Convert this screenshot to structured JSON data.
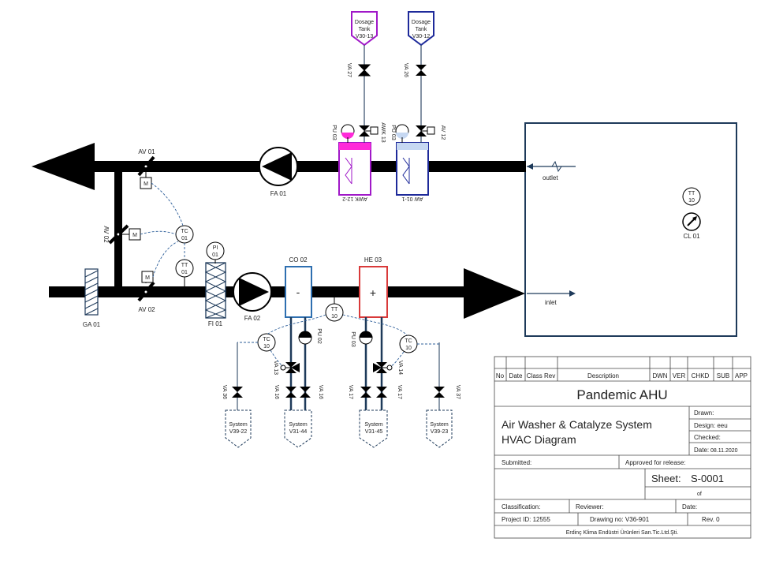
{
  "colors": {
    "duct": "#000000",
    "pipe": "#1e3a5a",
    "control_link": "#2e5f9a",
    "room": "#1e3a5a",
    "cooling_coil": "#2e6fb0",
    "heating_coil": "#d93a3a",
    "washer_awk_accent": "#ff2ad9",
    "washer_awk_frame": "#a018c8",
    "washer_aw_accent": "#c6d8f2",
    "washer_aw_frame": "#1e2a9a",
    "tank_v30_13": "#a018c8",
    "tank_v30_12": "#1e2a9a"
  },
  "tanks": [
    {
      "id": "tank-v30-13",
      "lines": [
        "Dosage",
        "Tank",
        "V30-13"
      ]
    },
    {
      "id": "tank-v30-12",
      "lines": [
        "Dosage",
        "Tank",
        "V30-12"
      ]
    }
  ],
  "valves": {
    "va27": "VA 27",
    "va26": "VA 26",
    "awk13": "AWK 13",
    "av12": "AV 12",
    "av01": "AV 01",
    "av02_v": "AV 02",
    "av02_h": "AV 02",
    "va13": "VA 13",
    "va16a": "VA 16",
    "va16b": "VA 16",
    "va17a": "VA 17",
    "va17b": "VA 17",
    "va14": "VA 14",
    "va36": "VA 36",
    "va37": "VA 37"
  },
  "pumps": {
    "pu03_awk": "PU 03",
    "pu03_aw": "PU 03",
    "pu02": "PU 02",
    "pu03_he": "PU 03"
  },
  "equipment": {
    "fa01": "FA 01",
    "fa02": "FA 02",
    "ga01": "GA 01",
    "fi01": "FI 01",
    "co02": "CO  02",
    "co_sign": "-",
    "he03": "HE 03",
    "he_sign": "+",
    "awk122": "AWK 12-2",
    "aw011": "AW 01-1",
    "cl01": "CL 01",
    "outlet": "outlet",
    "inlet": "inlet"
  },
  "actuators": {
    "m1": "M",
    "m2": "M",
    "m3": "M"
  },
  "instruments": {
    "tc01": [
      "TC",
      "01"
    ],
    "tt01": [
      "TT",
      "01"
    ],
    "pi01": [
      "PI",
      "01"
    ],
    "tt10_mid": [
      "TT",
      "10"
    ],
    "tc10_left": [
      "TC",
      "10"
    ],
    "tc10_right": [
      "TC",
      "10"
    ],
    "tt10_room": [
      "TT",
      "10"
    ]
  },
  "systems": [
    {
      "id": "v39-22",
      "lines": [
        "System",
        "V39-22"
      ]
    },
    {
      "id": "v31-44",
      "lines": [
        "System",
        "V31-44"
      ]
    },
    {
      "id": "v31-45",
      "lines": [
        "System",
        "V31-45"
      ]
    },
    {
      "id": "v39-23",
      "lines": [
        "System",
        "V39-23"
      ]
    }
  ],
  "title_block": {
    "headers": [
      "No",
      "Date",
      "Class Rev",
      "Description",
      "DWN",
      "VER",
      "CHKD",
      "SUB",
      "APP"
    ],
    "project_title": "Pandemic AHU",
    "diagram_title_1": "Air Washer & Catalyze System",
    "diagram_title_2": "HVAC Diagram",
    "drawn": "Drawn:",
    "design": "Design: eeu",
    "checked": "Checked:",
    "date_label": "Date:",
    "date_value": "08.11.2020",
    "submitted": "Submitted:",
    "approved": "Approved for release:",
    "sheet_label": "Sheet:",
    "sheet_value": "S-0001",
    "of": "of",
    "classification": "Classification:",
    "reviewer": "Reviewer:",
    "date2": "Date:",
    "project_id": "Project ID: 12555",
    "drawing_no": "Drawing no: V36-901",
    "rev": "Rev. 0",
    "company": "Erdinç Klima Endüstri Ürünleri San.Tic.Ltd.Şti."
  }
}
